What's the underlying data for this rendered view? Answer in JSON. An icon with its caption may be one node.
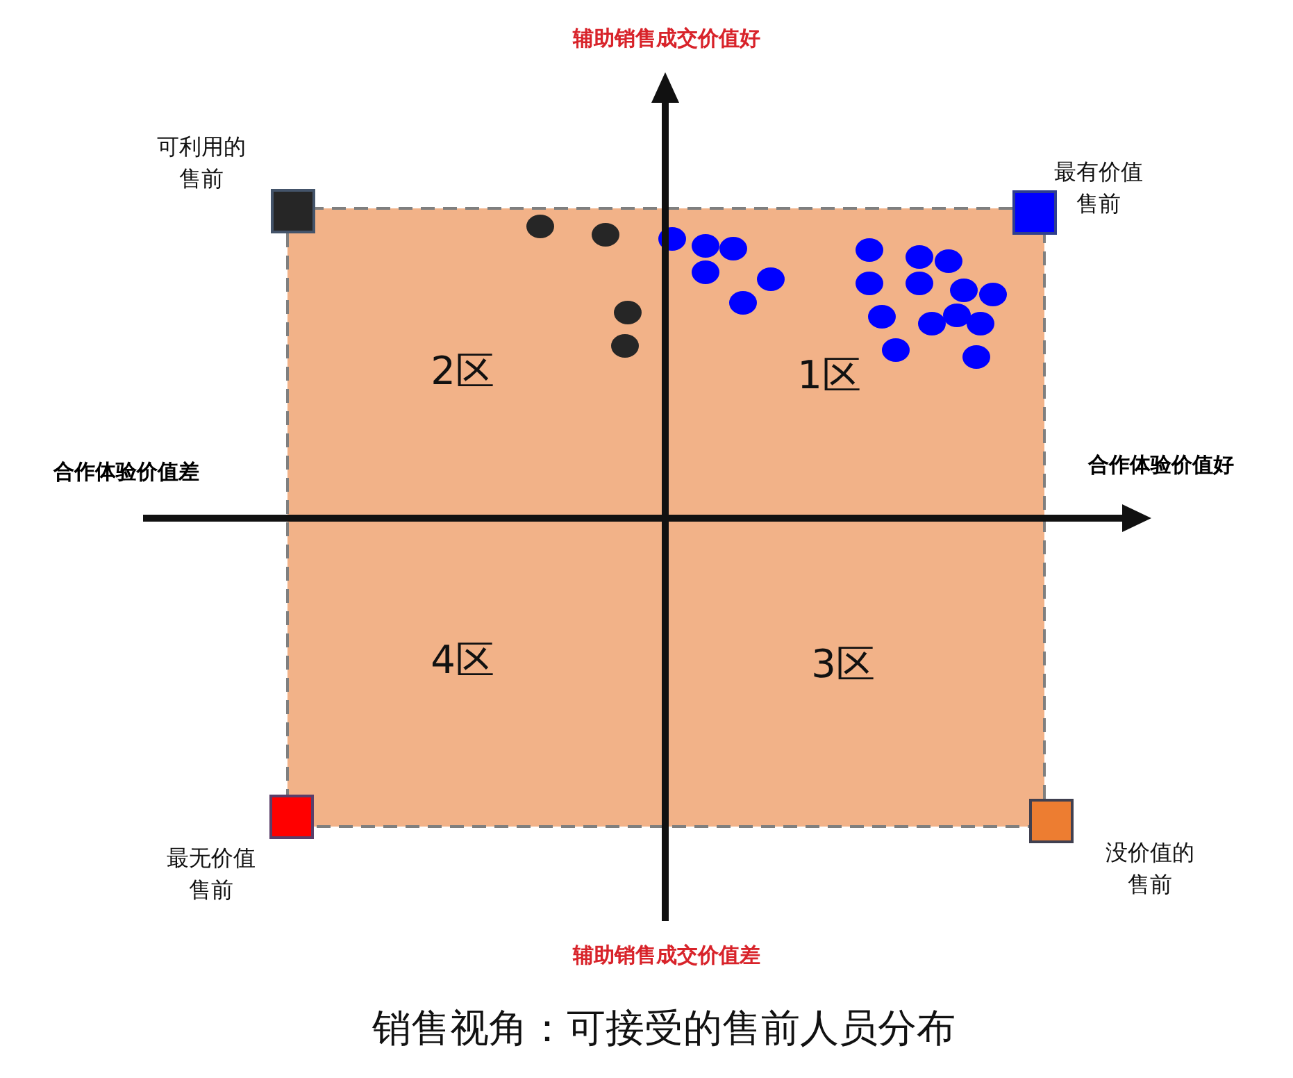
{
  "diagram": {
    "caption": "销售视角：可接受的售前人员分布",
    "labels": [
      "辅助销售成交价值好",
      "可利用的售前",
      "最有价值售前",
      "2区",
      "1区",
      "合作体验价值差",
      "合作体验价值好",
      "4区",
      "3区",
      "最无价值售前",
      "没价值的售前",
      "辅助销售成交价值差"
    ]
  }
}
